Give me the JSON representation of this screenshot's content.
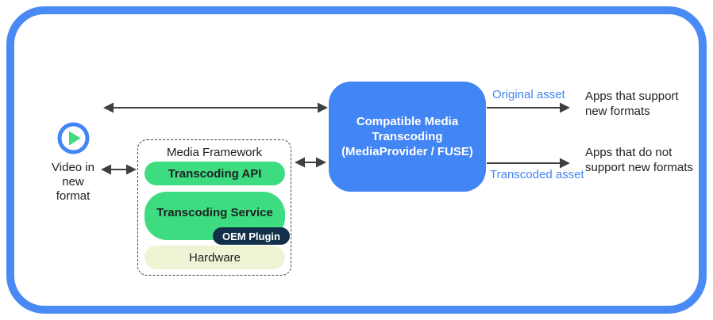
{
  "colors": {
    "outer_border_blue": "#4a8af4",
    "transcoder_box_blue": "#4285f4",
    "layer_green": "#3edc81",
    "oem_navy": "#12304a",
    "hardware_pale_green": "#eef5d5",
    "arrow_gray": "#3c4043",
    "flow_label_blue": "#4285f4"
  },
  "source": {
    "icon": "play-icon",
    "label": "Video in\nnew\nformat"
  },
  "media_framework": {
    "title": "Media Framework",
    "layers": [
      {
        "label": "Transcoding API"
      },
      {
        "label": "Transcoding Service",
        "plugin_label": "OEM Plugin"
      },
      {
        "label": "Hardware"
      }
    ]
  },
  "transcoder": {
    "label": "Compatible Media\nTranscoding\n(MediaProvider / FUSE)"
  },
  "outputs": {
    "original": {
      "flow_label": "Original asset",
      "destination": "Apps that support\nnew formats"
    },
    "transcoded": {
      "flow_label": "Transcoded asset",
      "destination": "Apps that do not\nsupport new formats"
    }
  }
}
